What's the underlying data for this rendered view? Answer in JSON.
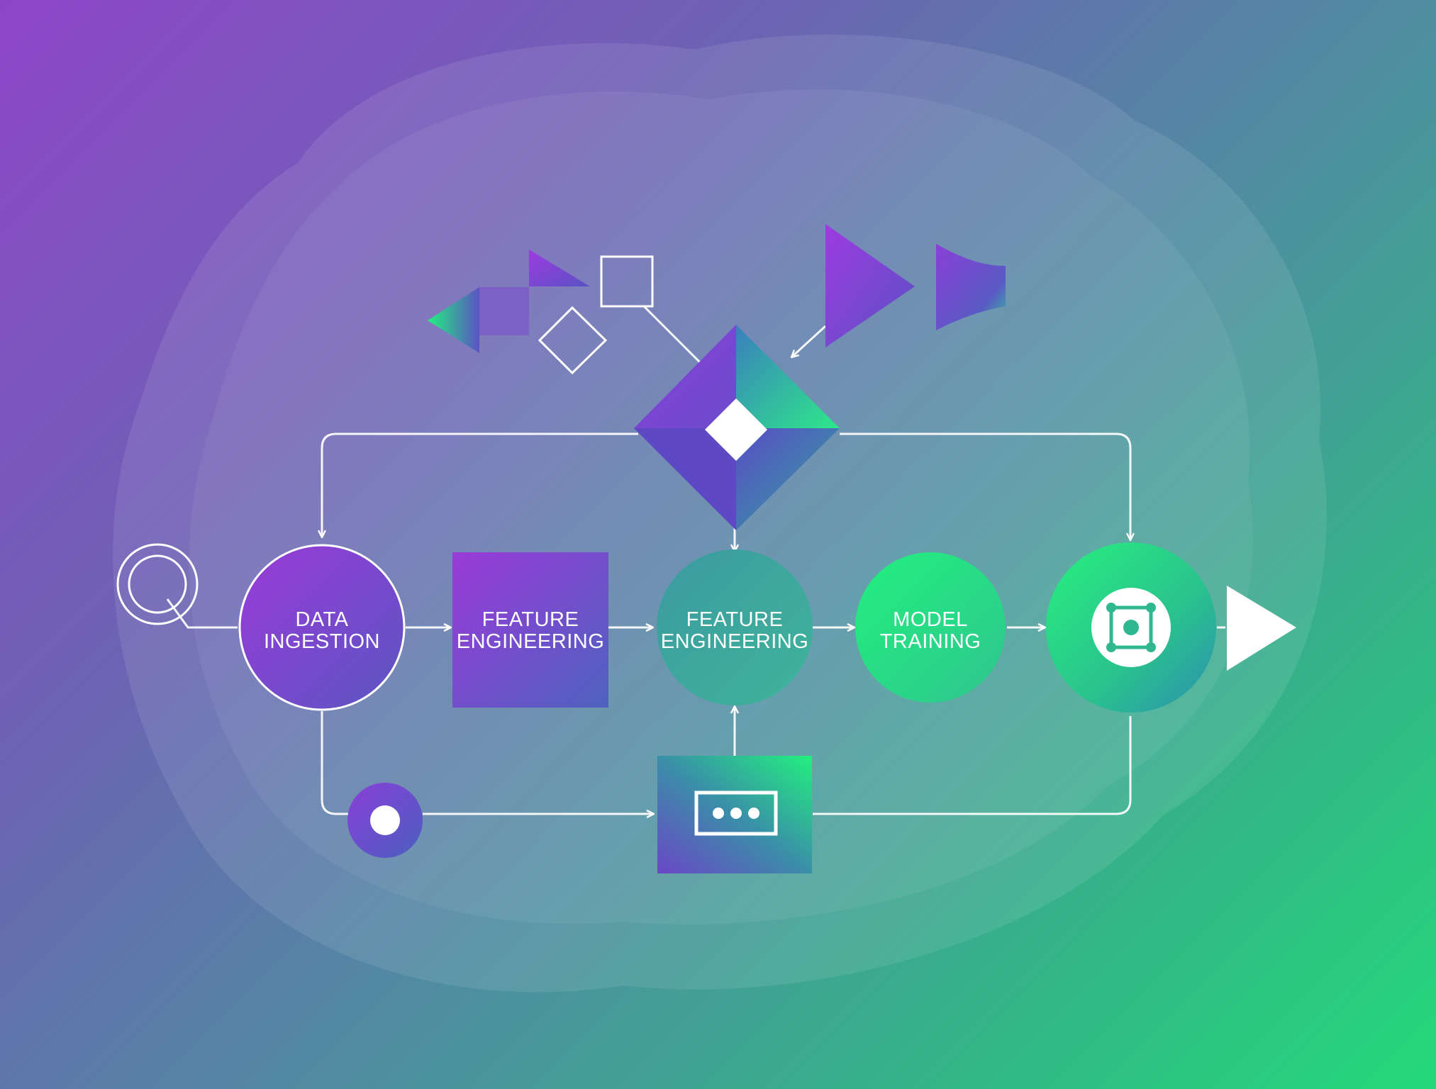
{
  "nodes": {
    "data_ingestion": {
      "line1": "DATA",
      "line2": "INGESTION"
    },
    "feature_engineering_a": {
      "line1": "FEATURE",
      "line2": "ENGINEERING"
    },
    "feature_engineering_b": {
      "line1": "FEATURE",
      "line2": "ENGINEERING"
    },
    "model_training": {
      "line1": "MODEL",
      "line2": "TRAINING"
    }
  },
  "colors": {
    "purple": "#8a3fd8",
    "indigo": "#5a52c4",
    "teal": "#3fa39a",
    "green": "#22f08a",
    "line": "#ffffff"
  },
  "icons": {
    "start": "target-ring-icon",
    "decision": "diamond-gateway-icon",
    "final": "model-chip-icon",
    "end": "play-arrow-icon",
    "event": "dot-event-icon",
    "task": "ellipsis-task-icon"
  }
}
